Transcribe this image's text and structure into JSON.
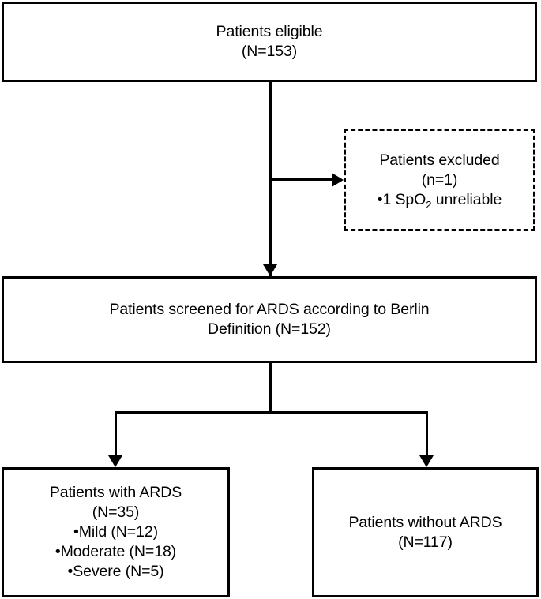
{
  "diagram": {
    "title": "Patient screening flow diagram",
    "type": "flowchart",
    "colors": {
      "background": "#ffffff",
      "stroke": "#000000",
      "text": "#000000"
    },
    "nodes": {
      "eligible": {
        "id": "eligible",
        "shape": "rectangle",
        "border": "solid",
        "text": "Patients eligible\n(N=153)",
        "count_label": "N=153",
        "count": 153
      },
      "excluded": {
        "id": "excluded",
        "shape": "rectangle",
        "border": "dashed",
        "line1": "Patients excluded",
        "line2": "(n=1)",
        "bullet_prefix": "•1 SpO",
        "bullet_sub": "2",
        "bullet_suffix": " unreliable",
        "count_label": "n=1",
        "count": 1
      },
      "screened": {
        "id": "screened",
        "shape": "rectangle",
        "border": "solid",
        "text": "Patients screened for ARDS according to Berlin\nDefinition (N=152)",
        "count_label": "N=152",
        "count": 152
      },
      "with_ards": {
        "id": "with-ards",
        "shape": "rectangle",
        "border": "solid",
        "text": "Patients with ARDS\n(N=35)\n•Mild (N=12)\n•Moderate (N=18)\n•Severe (N=5)",
        "count_label": "N=35",
        "count": 35,
        "subgroups": [
          {
            "label": "Mild",
            "count_label": "N=12",
            "count": 12
          },
          {
            "label": "Moderate",
            "count_label": "N=18",
            "count": 18
          },
          {
            "label": "Severe",
            "count_label": "N=5",
            "count": 5
          }
        ]
      },
      "without_ards": {
        "id": "without-ards",
        "shape": "rectangle",
        "border": "solid",
        "text": "Patients without ARDS\n(N=117)",
        "count_label": "N=117",
        "count": 117
      }
    },
    "edges": [
      {
        "from": "eligible",
        "to": "screened",
        "direction": "down",
        "arrow": true
      },
      {
        "from": "eligible",
        "to": "excluded",
        "direction": "right",
        "arrow": true
      },
      {
        "from": "screened",
        "to": "with_ards",
        "direction": "down",
        "arrow": true
      },
      {
        "from": "screened",
        "to": "without_ards",
        "direction": "down",
        "arrow": true
      }
    ]
  }
}
